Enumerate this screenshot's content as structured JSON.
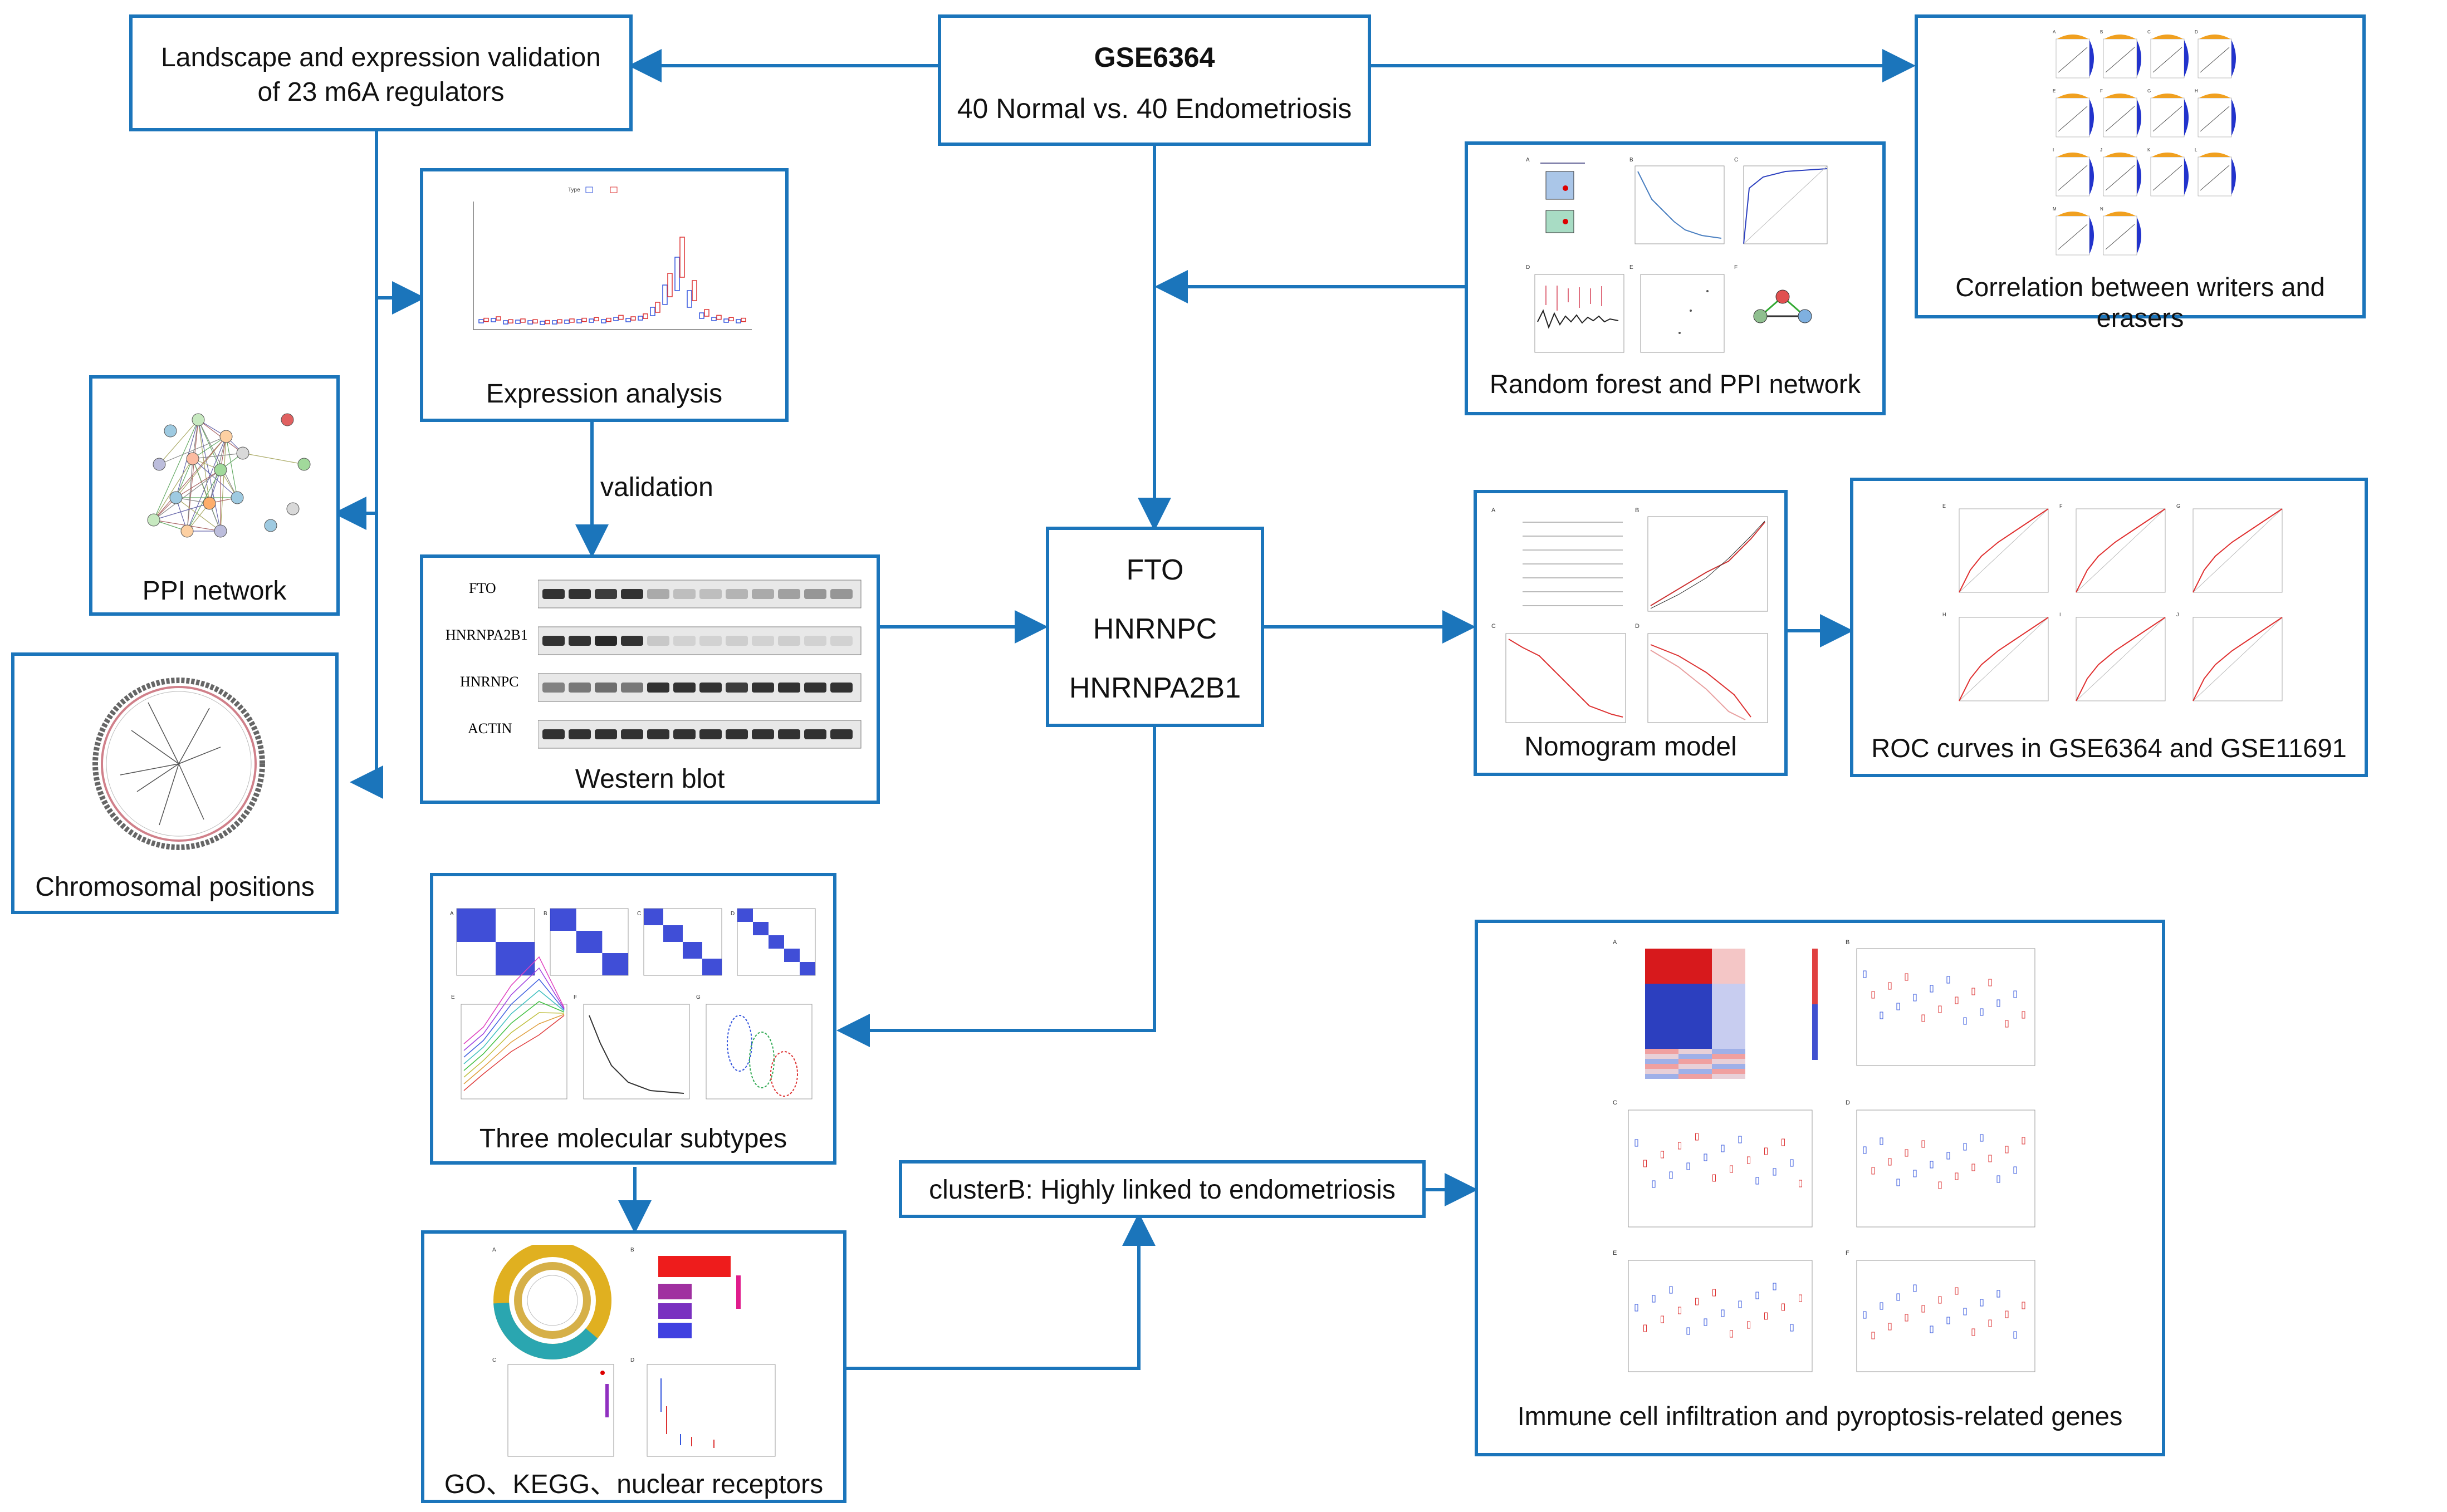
{
  "nodes": {
    "dataset": {
      "title": "GSE6364",
      "subtitle": "40 Normal vs. 40 Endometriosis"
    },
    "landscape": {
      "line1": "Landscape and expression validation",
      "line2": "of  23 m6A regulators"
    },
    "correlation": {
      "label": "Correlation between writers and erasers",
      "panel_letters": [
        "A",
        "B",
        "C",
        "D",
        "E",
        "F",
        "G",
        "H",
        "I",
        "J",
        "K",
        "L",
        "M",
        "N"
      ]
    },
    "expression": {
      "label": "Expression analysis"
    },
    "random_forest": {
      "label": "Random forest and PPI network",
      "panel_letters": [
        "A",
        "B",
        "C",
        "D",
        "E",
        "F"
      ]
    },
    "ppi": {
      "label": "PPI network"
    },
    "western": {
      "label": "Western blot",
      "rows": [
        "FTO",
        "HNRNPA2B1",
        "HNRNPC",
        "ACTIN"
      ]
    },
    "hub_genes": {
      "genes": [
        "FTO",
        "HNRNPC",
        "HNRNPA2B1"
      ]
    },
    "nomogram": {
      "label": "Nomogram model",
      "panel_letters": [
        "A",
        "B",
        "C",
        "D"
      ]
    },
    "roc": {
      "label": "ROC curves in GSE6364 and GSE11691",
      "panel_letters": [
        "E",
        "F",
        "G",
        "H",
        "I",
        "J"
      ]
    },
    "chromosome": {
      "label": "Chromosomal positions"
    },
    "subtypes": {
      "label": "Three molecular subtypes",
      "panel_letters": [
        "A",
        "B",
        "C",
        "D",
        "E",
        "F",
        "G"
      ]
    },
    "immune": {
      "label": "Immune cell infiltration and pyroptosis-related genes",
      "panel_letters": [
        "A",
        "B",
        "C",
        "D",
        "E",
        "F"
      ]
    },
    "clusterB": {
      "label": "clusterB: Highly linked to endometriosis"
    },
    "go_kegg": {
      "label": "GO、KEGG、nuclear receptors",
      "panel_letters": [
        "A",
        "B",
        "C",
        "D"
      ]
    }
  },
  "edges": {
    "validation_label": "validation"
  },
  "colors": {
    "border": "#1b75bb",
    "arrow": "#1b75bb",
    "heat_red": "#d7191c",
    "heat_blue": "#2c3fbf",
    "orange": "#f0a020"
  }
}
